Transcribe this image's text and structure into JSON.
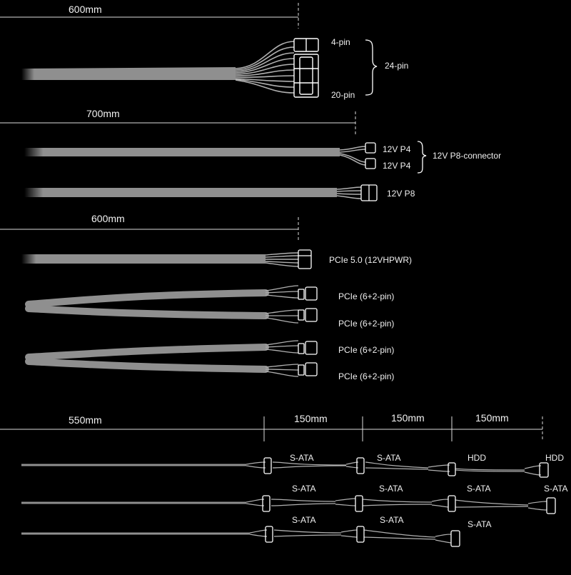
{
  "colors": {
    "background": "#000000",
    "cable": "#8f8f8f",
    "wire": "#b0b0b0",
    "connector": "#ffffff",
    "text": "#f0f0f0"
  },
  "atx": {
    "length": "600mm",
    "pin4": "4-pin",
    "pin24": "24-pin",
    "pin20": "20-pin"
  },
  "cpu": {
    "length": "700mm",
    "p4_a": "12V P4",
    "p4_b": "12V P4",
    "group": "12V P8-connector",
    "p8": "12V P8"
  },
  "pcie": {
    "length": "600mm",
    "hpwr": "PCIe 5.0 (12VHPWR)",
    "c1": "PCIe (6+2-pin)",
    "c2": "PCIe (6+2-pin)",
    "c3": "PCIe (6+2-pin)",
    "c4": "PCIe (6+2-pin)"
  },
  "peripheral": {
    "d1": "550mm",
    "d2": "150mm",
    "d3": "150mm",
    "d4": "150mm",
    "row1": [
      "S-ATA",
      "S-ATA",
      "HDD",
      "HDD"
    ],
    "row2": [
      "S-ATA",
      "S-ATA",
      "S-ATA",
      "S-ATA"
    ],
    "row3": [
      "S-ATA",
      "S-ATA",
      "S-ATA"
    ]
  }
}
